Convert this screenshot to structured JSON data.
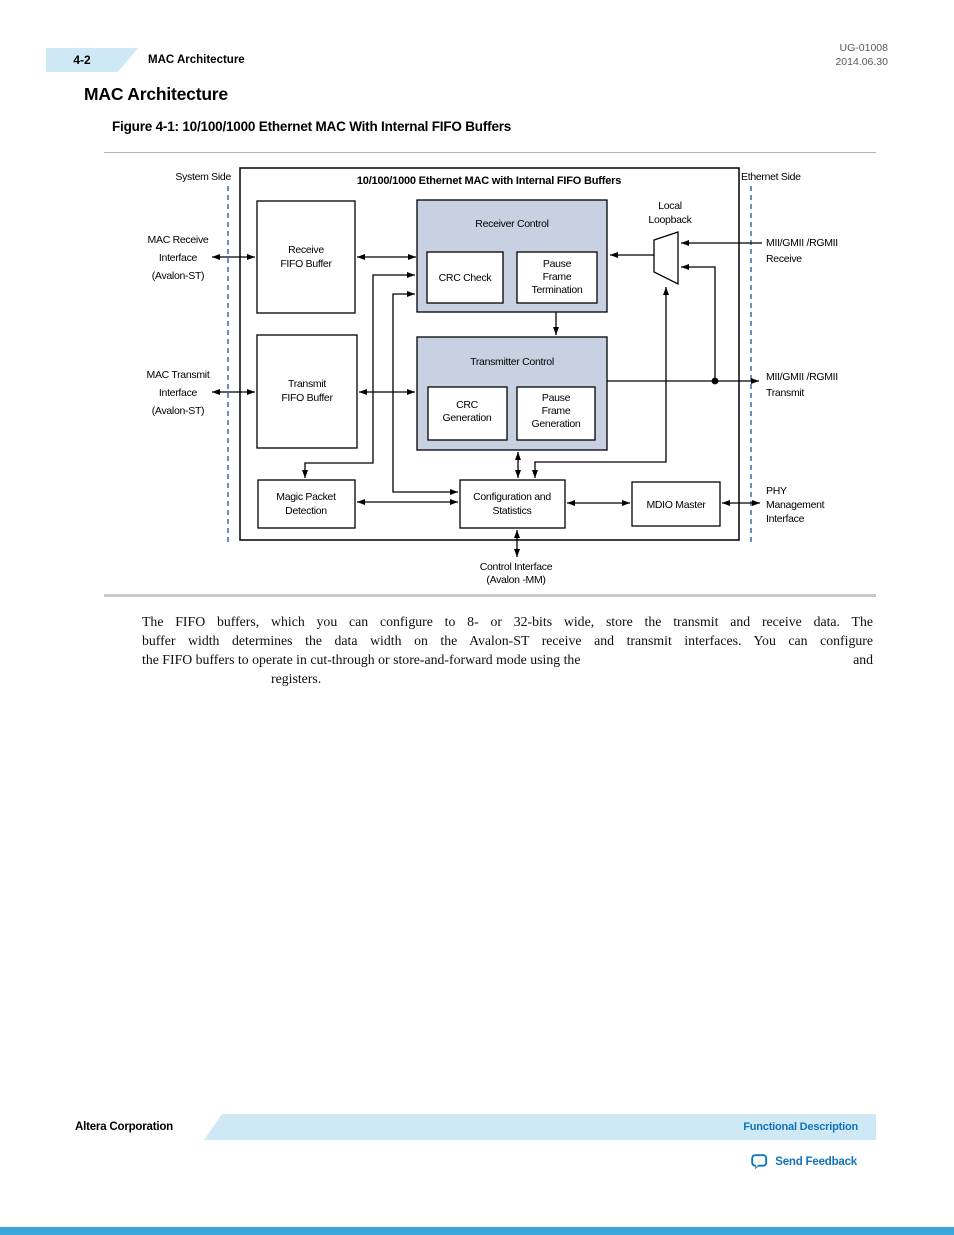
{
  "header": {
    "page_number": "4-2",
    "section": "MAC Architecture",
    "doc_id": "UG-01008",
    "doc_date": "2014.06.30"
  },
  "title": "MAC Architecture",
  "figure_caption": "Figure 4-1: 10/100/1000 Ethernet MAC With Internal FIFO Buffers",
  "diagram": {
    "title": "10/100/1000 Ethernet MAC with Internal FIFO Buffers",
    "system_side": "System Side",
    "ethernet_side": "Ethernet Side",
    "receive_fifo": {
      "l1": "Receive",
      "l2": "FIFO Buffer"
    },
    "receiver_control": "Receiver Control",
    "crc_check": "CRC Check",
    "pause_frame_termination": {
      "l1": "Pause",
      "l2": "Frame",
      "l3": "Termination"
    },
    "local_loopback": {
      "l1": "Local",
      "l2": "Loopback"
    },
    "transmit_fifo": {
      "l1": "Transmit",
      "l2": "FIFO Buffer"
    },
    "transmitter_control": "Transmitter Control",
    "crc_generation": {
      "l1": "CRC",
      "l2": "Generation"
    },
    "pause_frame_generation": {
      "l1": "Pause",
      "l2": "Frame",
      "l3": "Generation"
    },
    "magic_packet": {
      "l1": "Magic Packet",
      "l2": "Detection"
    },
    "config_stats": {
      "l1": "Configuration and",
      "l2": "Statistics"
    },
    "mdio_master": "MDIO Master",
    "mac_receive": {
      "l1": "MAC Receive",
      "l2": "Interface",
      "l3": "(Avalon-ST)"
    },
    "mac_transmit": {
      "l1": "MAC Transmit",
      "l2": "Interface",
      "l3": "(Avalon-ST)"
    },
    "mii_receive": {
      "l1": "MII/GMII /RGMII",
      "l2": "Receive"
    },
    "mii_transmit": {
      "l1": "MII/GMII /RGMII",
      "l2": "Transmit"
    },
    "phy_mgmt": {
      "l1": "PHY",
      "l2": "Management",
      "l3": "Interface"
    },
    "control_interface": {
      "l1": "Control Interface",
      "l2": "(Avalon -MM)"
    }
  },
  "body": {
    "line1": "The FIFO buffers, which you can configure to 8- or 32-bits wide, store the transmit and receive data. The",
    "line2": "buffer width determines the data width on the Avalon-ST receive and transmit interfaces. You can configure",
    "line3_left": "the FIFO buffers to operate in cut-through or store-and-forward mode using the",
    "line3_right": "and",
    "line4": "registers."
  },
  "footer": {
    "company": "Altera Corporation",
    "section_link": "Functional Description",
    "feedback_link": "Send Feedback"
  },
  "colors": {
    "accent_light_blue": "#cfe8f5",
    "link_blue": "#1274b8",
    "diagram_shaded_blue": "#c7d1e1",
    "dashed_line_blue": "#3e78ad",
    "bottom_bar_blue": "#3ba6da"
  }
}
